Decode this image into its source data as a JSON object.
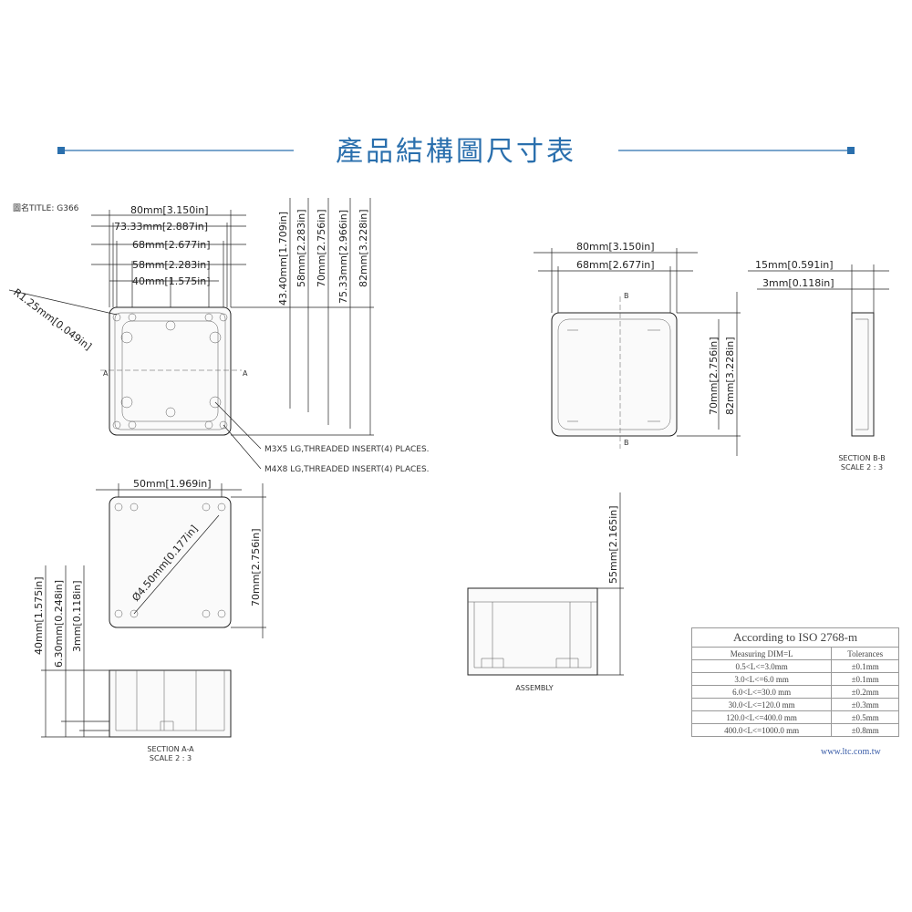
{
  "header": {
    "title": "產品結構圖尺寸表",
    "accent": "#2a6fad"
  },
  "drawing_title": "圖名TITLE: G366",
  "top_view": {
    "h_dims": [
      "80mm[3.150in]",
      "73.33mm[2.887in]",
      "68mm[2.677in]",
      "58mm[2.283in]",
      "40mm[1.575in]"
    ],
    "v_dims": [
      "43.40mm[1.709in]",
      "58mm[2.283in]",
      "70mm[2.756in]",
      "75.33mm[2.966in]",
      "82mm[3.228in]"
    ],
    "radius": "R1.25mm[0.049in]",
    "section_mark": "A",
    "notes": [
      "M3X5 LG,THREADED INSERT(4) PLACES.",
      "M4X8 LG,THREADED INSERT(4) PLACES."
    ]
  },
  "lid_view": {
    "h_dims": [
      "80mm[3.150in]",
      "68mm[2.677in]"
    ],
    "v_dims": [
      "70mm[2.756in]",
      "82mm[3.228in]"
    ],
    "section_mark": "B"
  },
  "section_bb": {
    "dims": [
      "15mm[0.591in]",
      "3mm[0.118in]"
    ],
    "label": "SECTION B-B",
    "scale": "SCALE 2 : 3"
  },
  "bottom_view": {
    "h_dim": "50mm[1.969in]",
    "v_dim": "70mm[2.756in]",
    "diameter": "Ø4.50mm[0.177in]"
  },
  "section_aa": {
    "dims": [
      "40mm[1.575in]",
      "6.30mm[0.248in]",
      "3mm[0.118in]"
    ],
    "label": "SECTION A-A",
    "scale": "SCALE 2 : 3"
  },
  "assembly": {
    "dim": "55mm[2.165in]",
    "label": "ASSEMBLY"
  },
  "tolerance_table": {
    "title": "According to ISO 2768-m",
    "headers": [
      "Measuring  DIM=L",
      "Tolerances"
    ],
    "rows": [
      [
        "0.5<L<=3.0mm",
        "±0.1mm"
      ],
      [
        "3.0<L<=6.0 mm",
        "±0.1mm"
      ],
      [
        "6.0<L<=30.0 mm",
        "±0.2mm"
      ],
      [
        "30.0<L<=120.0 mm",
        "±0.3mm"
      ],
      [
        "120.0<L<=400.0 mm",
        "±0.5mm"
      ],
      [
        "400.0<L<=1000.0 mm",
        "±0.8mm"
      ]
    ]
  },
  "website": "www.ltc.com.tw"
}
